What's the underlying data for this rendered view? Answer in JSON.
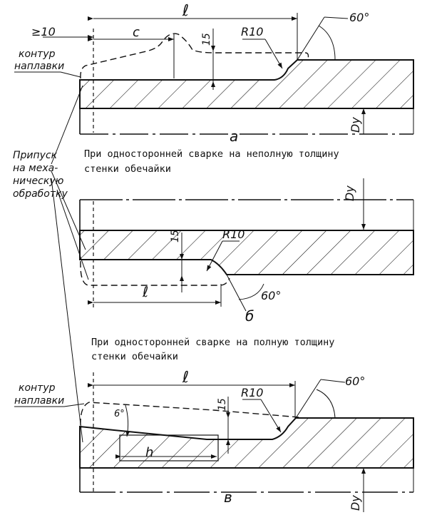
{
  "labels": {
    "allowance_min": "≥10",
    "dim_l": "ℓ",
    "dim_c": "c",
    "dim_15": "15",
    "dim_r10": "R10",
    "angle_60": "60°",
    "angle_6": "6°",
    "dim_h": "h",
    "dy": "Dy",
    "overlay_contour_1": "контур",
    "overlay_contour_2": "наплавки",
    "allowance_1": "Припуск",
    "allowance_2": "на меха-",
    "allowance_3": "ническую",
    "allowance_4": "обработку",
    "view_a": "а",
    "view_b": "б",
    "view_v": "в"
  },
  "captions": {
    "caption_1_line1": "При односторонней сварке на неполную толщину",
    "caption_1_line2": "стенки обечайки",
    "caption_2_line1": "При односторонней сварке на полную толщину",
    "caption_2_line2": "стенки обечайки"
  }
}
